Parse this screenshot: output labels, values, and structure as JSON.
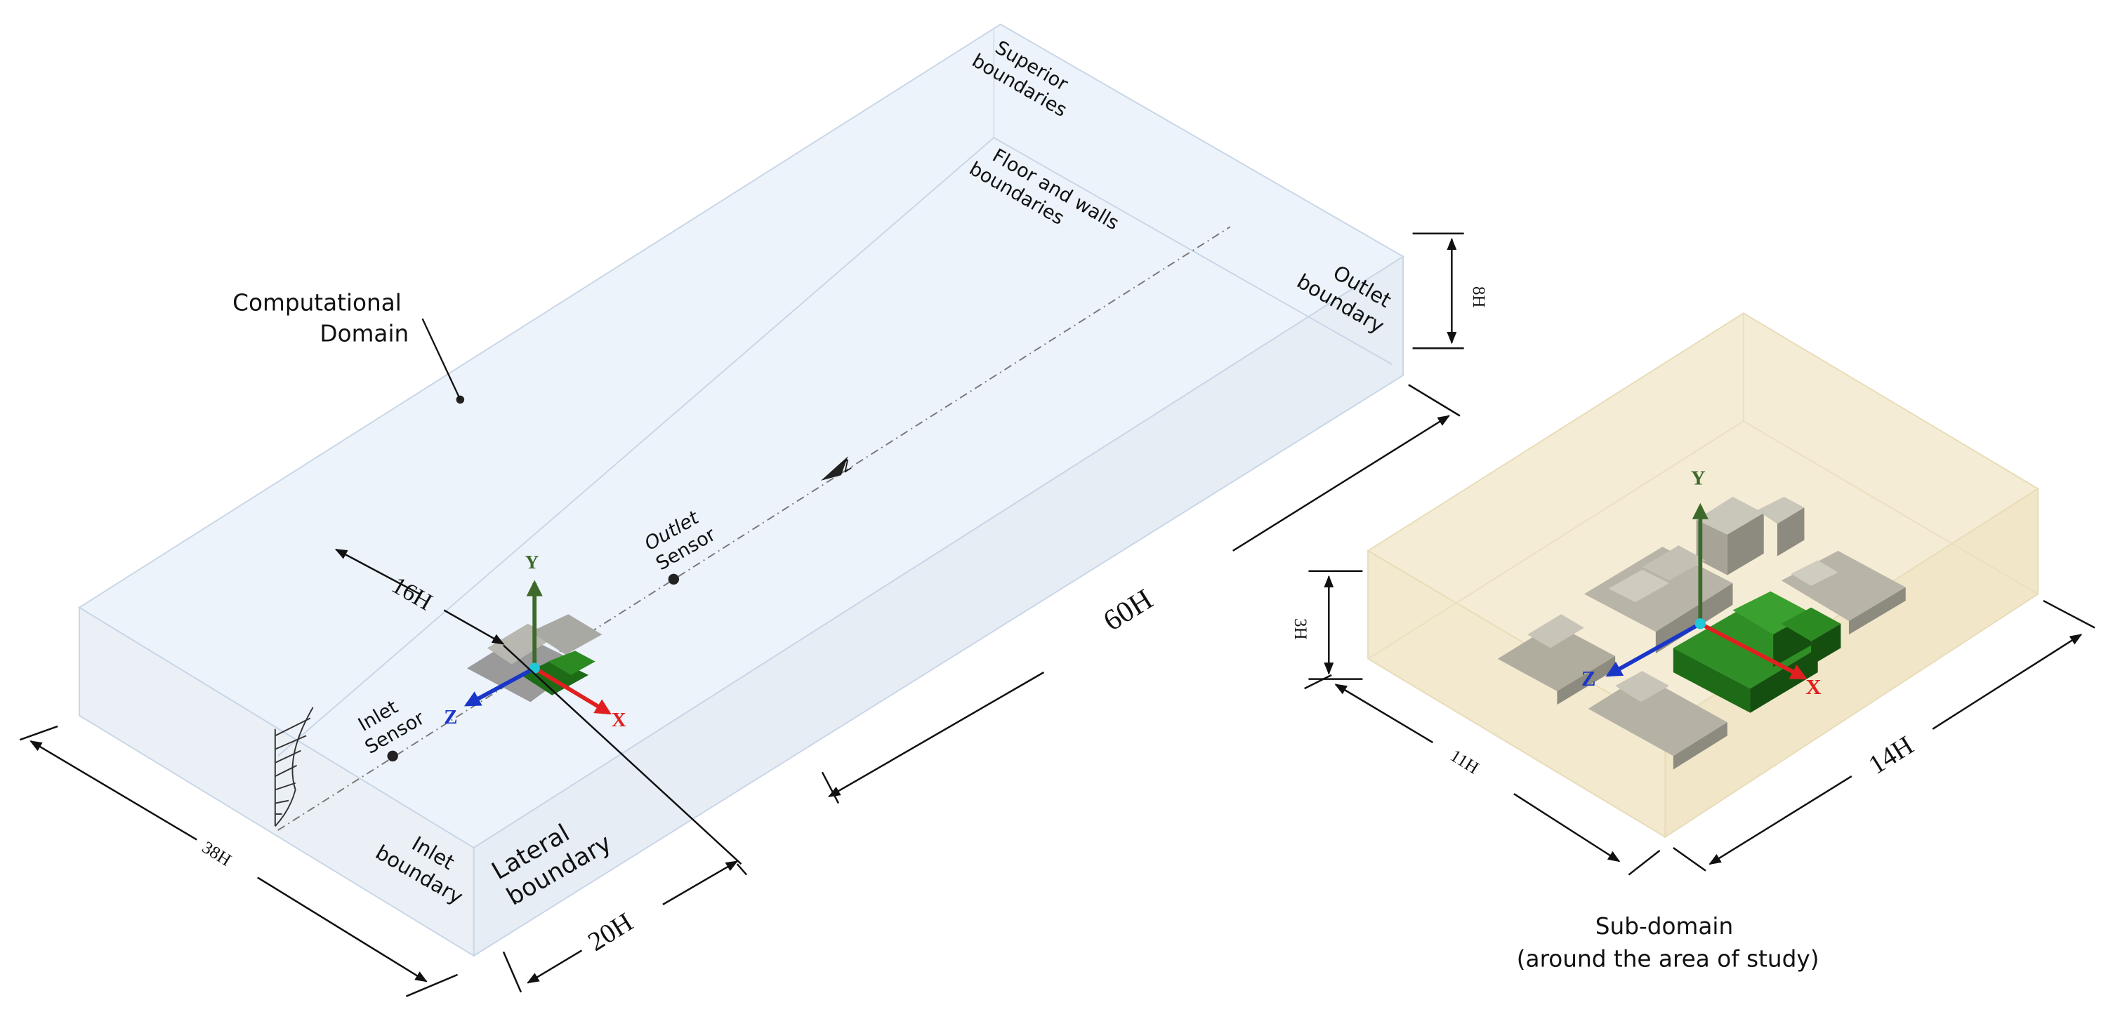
{
  "colors": {
    "domain_face_top": "#edf3fb",
    "domain_face_side": "#e6edf5",
    "domain_face_front": "#eaf0f6",
    "subdomain_face": "#f3e9cf",
    "axis_x": "#e02020",
    "axis_y": "#3d6a2b",
    "axis_z": "#1a36c8",
    "buildings_gray": "#a7a396",
    "buildings_green": "#1d6b17"
  },
  "labels": {
    "superior": [
      "Superior",
      "boundaries"
    ],
    "floor_walls": [
      "Floor and walls",
      "boundaries"
    ],
    "outlet_boundary": [
      "Outlet",
      "boundary"
    ],
    "computational_domain": [
      "Computational",
      "Domain"
    ],
    "outlet_sensor": [
      "Outlet",
      "Sensor"
    ],
    "inlet_sensor": [
      "Inlet",
      "Sensor"
    ],
    "inlet_boundary": [
      "Inlet",
      "boundary"
    ],
    "lateral_boundary": [
      "Lateral",
      "boundary"
    ],
    "subdomain_caption": [
      "Sub-domain",
      "(around the area of study)"
    ]
  },
  "dimensions": {
    "height": "8H",
    "length": "60H",
    "upstream": "16H",
    "width": "38H",
    "downstream": "20H",
    "sub_height": "3H",
    "sub_width": "11H",
    "sub_length": "14H"
  },
  "axes": {
    "x": "X",
    "y": "Y",
    "z": "Z",
    "flow": "Z"
  }
}
